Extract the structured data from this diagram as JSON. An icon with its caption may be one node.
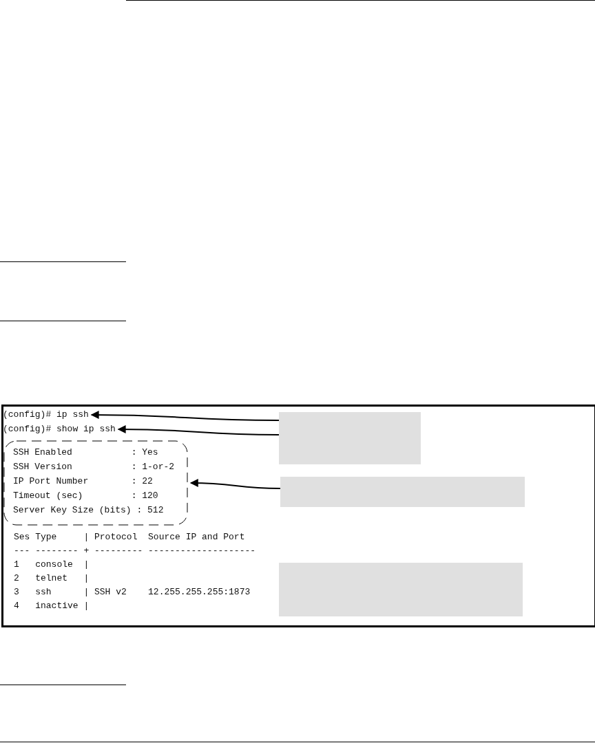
{
  "diagram": {
    "nodes": [
      {
        "text": [],
        "shape": "box"
      },
      {
        "text": [
          "(config)# ip ssh"
        ],
        "in": 0
      },
      {
        "text": [
          "(config)# show ip ssh"
        ],
        "in": 0
      },
      {
        "text": [
          "SSH Enabled           : Yes",
          "SSH Version           : 1-or-2",
          "IP Port Number        : 22",
          "Timeout (sec)         : 120",
          "Server Key Size (bits) : 512"
        ],
        "in": 0
      },
      {
        "text": [],
        "shape": "box",
        "in": 0
      },
      {
        "text": [],
        "shape": "box",
        "in": 0
      },
      {
        "text": [],
        "shape": "box",
        "in": 0
      }
    ],
    "edges": [
      {
        "from": 4,
        "to": 1,
        "arrow": "to"
      },
      {
        "from": 4,
        "to": 2,
        "arrow": "to"
      },
      {
        "from": 5,
        "to": 3,
        "arrow": "to"
      }
    ],
    "labels": [
      "Ses Type     | Protocol  Source IP and Port",
      "--- -------- + --------- --------------------",
      "1   console  |",
      "2   telnet   |",
      "3   ssh      | SSH v2    12.255.255.255:1873",
      "4   inactive |"
    ]
  }
}
